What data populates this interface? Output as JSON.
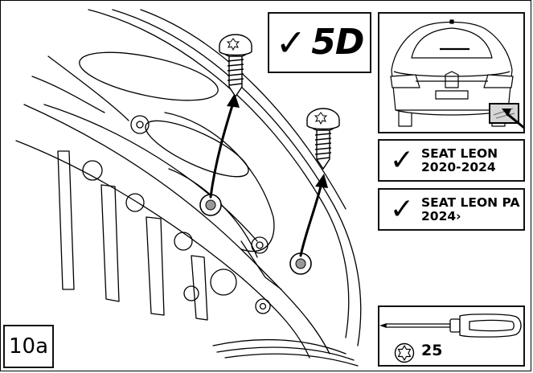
{
  "variant": {
    "check_mark": "✓",
    "door_code": "5D"
  },
  "models": [
    {
      "check_mark": "✓",
      "name": "SEAT LEON\n2020-2024"
    },
    {
      "check_mark": "✓",
      "name": "SEAT LEON PA\n2024›"
    }
  ],
  "tool": {
    "bit_icon": "torx-icon",
    "bit_size": "25",
    "tool_icon": "screwdriver-icon"
  },
  "step": {
    "label": "10a"
  }
}
